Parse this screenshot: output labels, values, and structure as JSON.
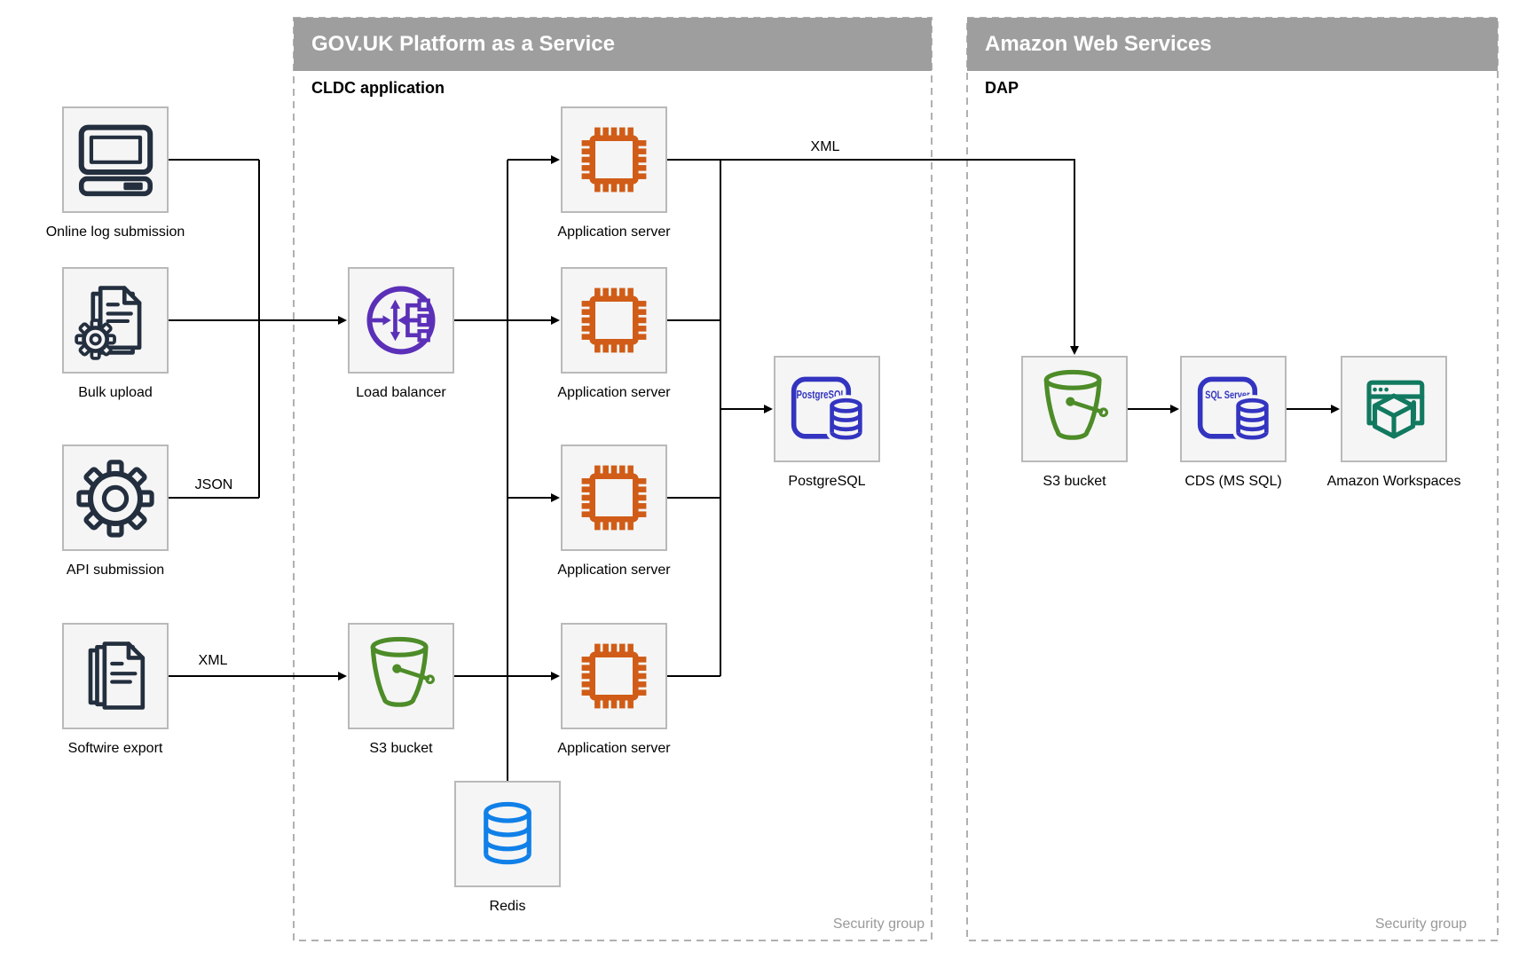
{
  "diagram": {
    "containers": [
      {
        "id": "govuk",
        "title": "GOV.UK Platform as a Service",
        "sublabel": "CLDC application",
        "footer": "Security group"
      },
      {
        "id": "aws",
        "title": "Amazon Web Services",
        "sublabel": "DAP",
        "footer": "Security group"
      }
    ],
    "nodes": [
      {
        "id": "online-log",
        "label": "Online log submission",
        "icon": "desktop-computer"
      },
      {
        "id": "bulk-upload",
        "label": "Bulk upload",
        "icon": "document-gear"
      },
      {
        "id": "api-submission",
        "label": "API submission",
        "icon": "gear"
      },
      {
        "id": "softwire-export",
        "label": "Softwire export",
        "icon": "documents"
      },
      {
        "id": "load-balancer",
        "label": "Load balancer",
        "icon": "load-balancer"
      },
      {
        "id": "app-server-1",
        "label": "Application server",
        "icon": "chip"
      },
      {
        "id": "app-server-2",
        "label": "Application server",
        "icon": "chip"
      },
      {
        "id": "app-server-3",
        "label": "Application server",
        "icon": "chip"
      },
      {
        "id": "app-server-4",
        "label": "Application server",
        "icon": "chip"
      },
      {
        "id": "postgresql",
        "label": "PostgreSQL",
        "icon": "db-card",
        "icon_text": "PostgreSQL"
      },
      {
        "id": "s3-paas",
        "label": "S3 bucket",
        "icon": "bucket"
      },
      {
        "id": "redis",
        "label": "Redis",
        "icon": "db-cylinder"
      },
      {
        "id": "s3-aws",
        "label": "S3 bucket",
        "icon": "bucket"
      },
      {
        "id": "cds",
        "label": "CDS (MS SQL)",
        "icon": "db-card",
        "icon_text": "SQL Server"
      },
      {
        "id": "workspaces",
        "label": "Amazon Workspaces",
        "icon": "workspaces"
      }
    ],
    "edges": [
      {
        "from": "online-log",
        "to": "load-balancer"
      },
      {
        "from": "bulk-upload",
        "to": "load-balancer"
      },
      {
        "from": "api-submission",
        "to": "load-balancer",
        "label": "JSON"
      },
      {
        "from": "softwire-export",
        "to": "s3-paas",
        "label": "XML"
      },
      {
        "from": "load-balancer",
        "to": "app-server-1"
      },
      {
        "from": "load-balancer",
        "to": "app-server-2"
      },
      {
        "from": "load-balancer",
        "to": "app-server-3"
      },
      {
        "from": "s3-paas",
        "to": "app-server-4"
      },
      {
        "from": "app-servers",
        "to": "postgresql"
      },
      {
        "from": "app-servers",
        "to": "redis"
      },
      {
        "from": "app-server-1",
        "to": "s3-aws",
        "label": "XML"
      },
      {
        "from": "s3-aws",
        "to": "cds"
      },
      {
        "from": "cds",
        "to": "workspaces"
      }
    ],
    "colors": {
      "header_bg": "#9e9e9e",
      "header_text": "#ffffff",
      "container_border": "#b0b0b0",
      "node_fill": "#f5f5f5",
      "node_border": "#b9b9b9",
      "edge": "#000000",
      "label": "#000000",
      "muted_label": "#999999",
      "icon_dark": "#232f3e",
      "icon_orange": "#d05c17",
      "icon_purple": "#5b30b8",
      "icon_indigo": "#3334c0",
      "icon_green": "#4d8c28",
      "icon_azure": "#1080e8",
      "icon_teal": "#11795f"
    }
  }
}
